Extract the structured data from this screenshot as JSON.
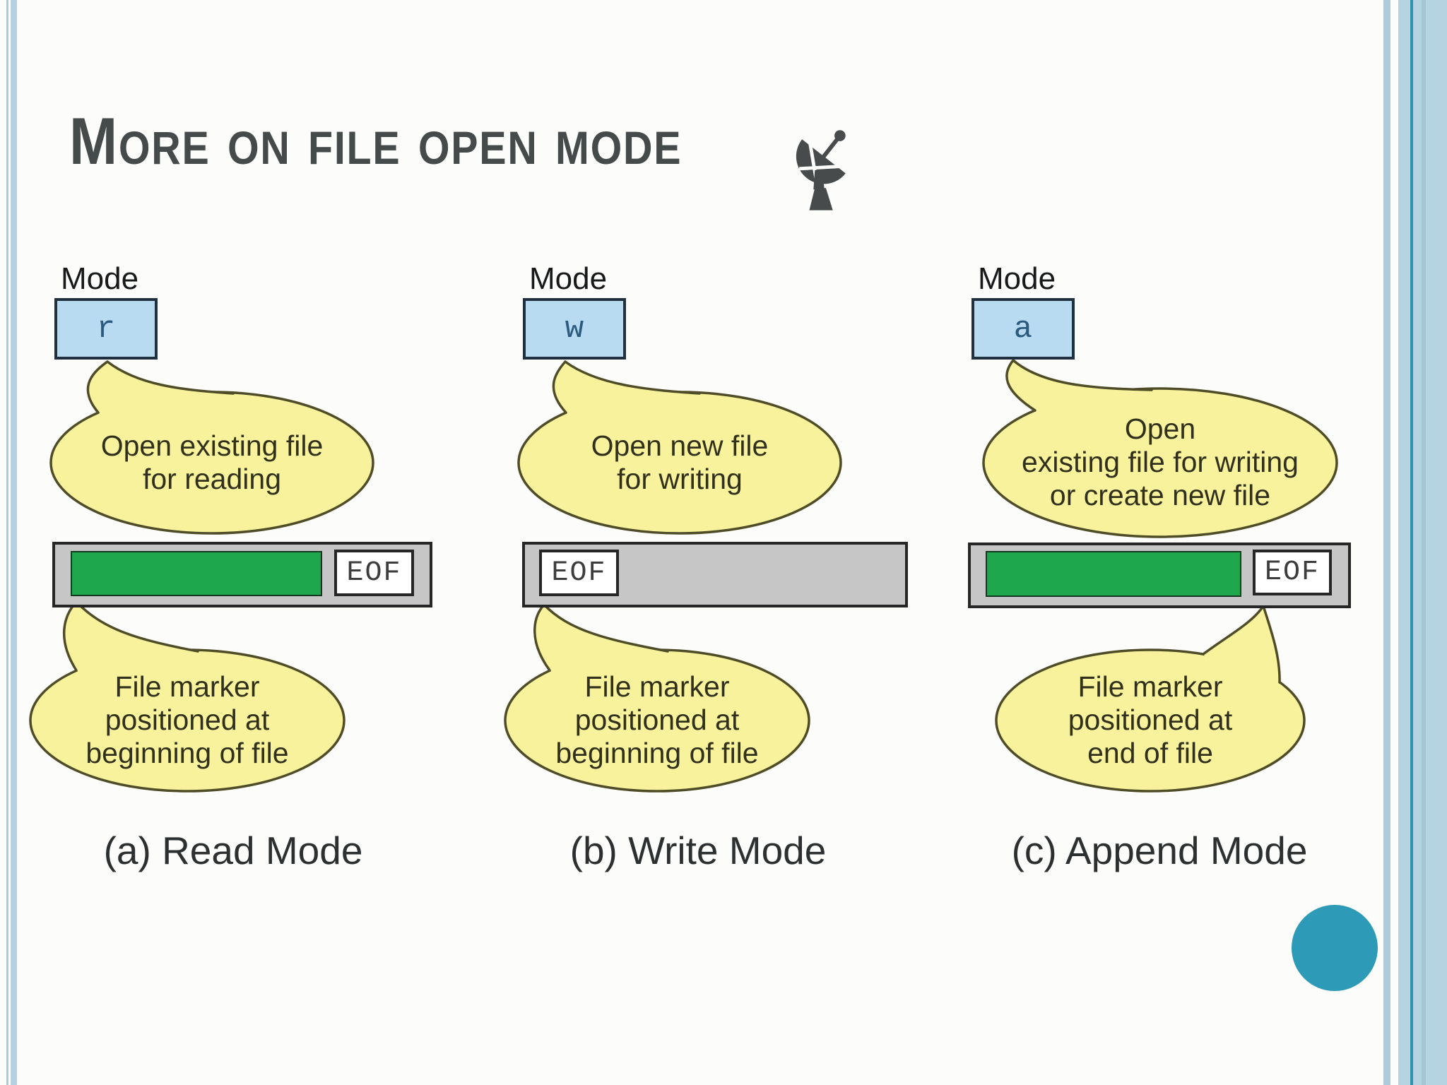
{
  "slide": {
    "title": "More on file open mode",
    "corner_icon": "satellite-dish-icon",
    "accent_circle_color": "#2d9ab7"
  },
  "colors": {
    "title_gray": "#454a4b",
    "bubble_fill": "#f7f29b",
    "bubble_stroke": "#4f4c28",
    "mode_box_fill": "#b8dbf1",
    "mode_box_border": "#20303e",
    "file_content_green": "#1ea74c",
    "bar_gray": "#c6c6c6",
    "edge_stripe_blue": "#b3d1e0",
    "edge_teal_line": "#2b93ad"
  },
  "diagrams": [
    {
      "mode_label": "Mode",
      "mode_char": "r",
      "open_note": "Open existing file\nfor reading",
      "marker_note": "File marker\npositioned at\nbeginning of file",
      "eof_label": "EOF",
      "caption": "(a) Read Mode",
      "file_has_content": true,
      "eof_position": "end"
    },
    {
      "mode_label": "Mode",
      "mode_char": "w",
      "open_note": "Open new file\nfor writing",
      "marker_note": "File marker\npositioned at\nbeginning of file",
      "eof_label": "EOF",
      "caption": "(b) Write Mode",
      "file_has_content": false,
      "eof_position": "start"
    },
    {
      "mode_label": "Mode",
      "mode_char": "a",
      "open_note": "Open\nexisting file for writing\nor create new file",
      "marker_note": "File marker\npositioned at\nend of file",
      "eof_label": "EOF",
      "caption": "(c) Append Mode",
      "file_has_content": true,
      "eof_position": "end"
    }
  ]
}
